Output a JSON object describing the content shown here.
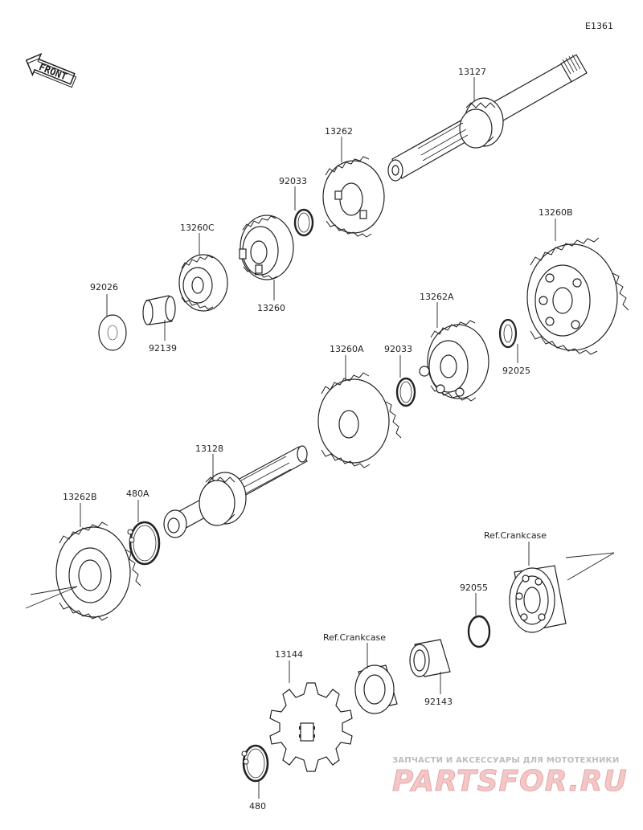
{
  "diagram_code": "E1361",
  "front_label": "FRONT",
  "parts": [
    {
      "key": "p13127",
      "label": "13127"
    },
    {
      "key": "p13262",
      "label": "13262"
    },
    {
      "key": "p92033a",
      "label": "92033"
    },
    {
      "key": "p13260c",
      "label": "13260C"
    },
    {
      "key": "p13260",
      "label": "13260"
    },
    {
      "key": "p92026",
      "label": "92026"
    },
    {
      "key": "p92139",
      "label": "92139"
    },
    {
      "key": "p13260b",
      "label": "13260B"
    },
    {
      "key": "p13262a",
      "label": "13262A"
    },
    {
      "key": "p92033b",
      "label": "92033"
    },
    {
      "key": "p13260a",
      "label": "13260A"
    },
    {
      "key": "p92025",
      "label": "92025"
    },
    {
      "key": "p13128",
      "label": "13128"
    },
    {
      "key": "p13262b",
      "label": "13262B"
    },
    {
      "key": "p480a",
      "label": "480A"
    },
    {
      "key": "pref1",
      "label": "Ref.Crankcase"
    },
    {
      "key": "p92055",
      "label": "92055"
    },
    {
      "key": "pref2",
      "label": "Ref.Crankcase"
    },
    {
      "key": "p13144",
      "label": "13144"
    },
    {
      "key": "p92143",
      "label": "92143"
    },
    {
      "key": "p480",
      "label": "480"
    }
  ],
  "watermark": {
    "tagline": "ЗАПЧАСТИ И АКСЕССУАРЫ ДЛЯ МОТОТЕХНИКИ",
    "brand": "PARTSFOR.RU"
  }
}
